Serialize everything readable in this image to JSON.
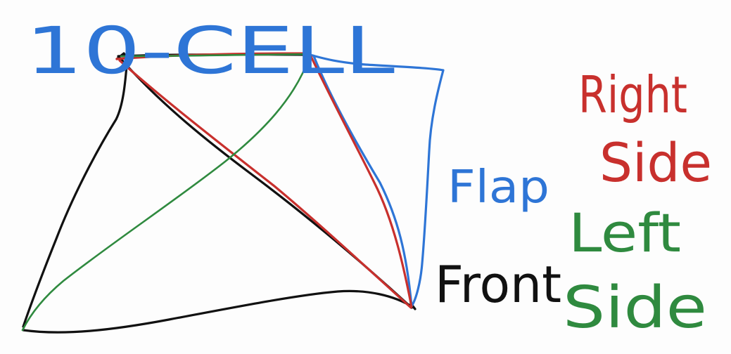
{
  "labels": {
    "title": "10-CELL",
    "flap": "Flap",
    "front": "Front",
    "right_side_line1": "Right",
    "right_side_line2": "Side",
    "left_side_line1": "Left",
    "left_side_line2": "Side"
  },
  "colors": {
    "black": "#111111",
    "blue": "#2e75d6",
    "red": "#c8302d",
    "green": "#2f8a3f"
  }
}
